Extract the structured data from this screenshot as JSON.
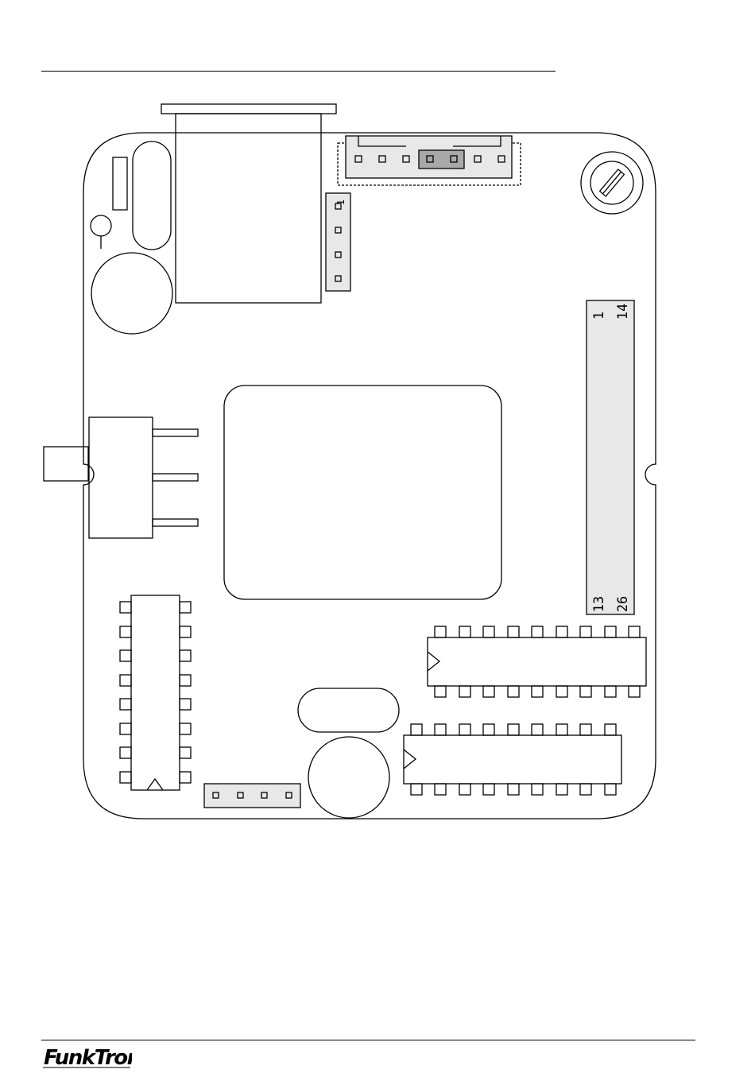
{
  "diagram": {
    "connector_labels": {
      "header_pin1": "1",
      "ribbon_pin1": "1",
      "ribbon_pin14": "14",
      "ribbon_pin13": "13",
      "ribbon_pin26": "26"
    }
  },
  "footer": {
    "logo_text": "FunkTronic"
  },
  "colors": {
    "outline": "#000000",
    "connector_fill": "#e8e8e8",
    "jumper_fill": "#a8a8a8"
  }
}
